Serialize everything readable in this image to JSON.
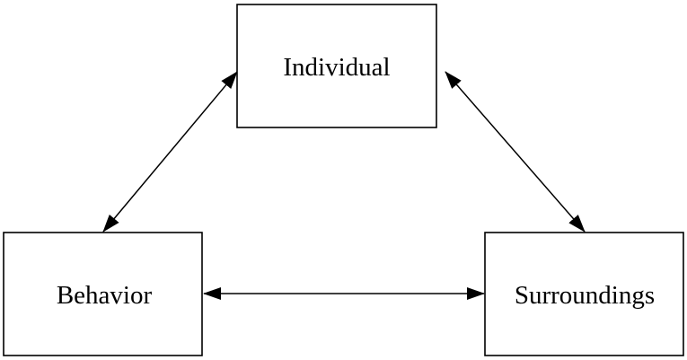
{
  "nodes": {
    "individual": {
      "label": "Individual"
    },
    "behavior": {
      "label": "Behavior"
    },
    "surroundings": {
      "label": "Surroundings"
    }
  },
  "edges": [
    {
      "from": "individual",
      "to": "behavior",
      "direction": "both"
    },
    {
      "from": "individual",
      "to": "surroundings",
      "direction": "both"
    },
    {
      "from": "behavior",
      "to": "surroundings",
      "direction": "both"
    }
  ],
  "colors": {
    "stroke": "#000000",
    "background": "#ffffff"
  }
}
